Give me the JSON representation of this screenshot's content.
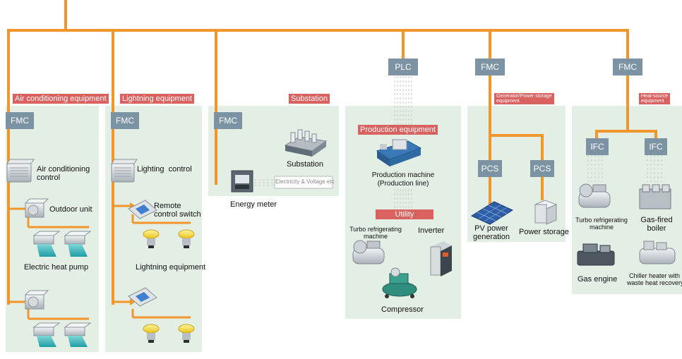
{
  "colors": {
    "bus": "#f0962a",
    "panel": "#e3eee4",
    "node": "#7b93a3",
    "category": "#d9615f",
    "signal": "#c9c9c9"
  },
  "panels": {
    "air": {
      "title": "Air conditioning equipment",
      "fmc": "FMC",
      "control": "Air conditioning\ncontrol",
      "outdoor": "Outdoor unit",
      "heatpump": "Electric heat pump"
    },
    "light": {
      "title": "Lightning equipment",
      "fmc": "FMC",
      "control": "Lighting  control",
      "remote": "Remote\ncontrol switch",
      "equipment": "Lightning equipment"
    },
    "substation": {
      "title": "Substation",
      "fmc": "FMC",
      "substation": "Substation",
      "meter": "Energy meter",
      "signal": "Electricity & Voltage etc"
    },
    "production": {
      "plc": "PLC",
      "title": "Production equipment",
      "machine": "Production machine\n(Production line)",
      "utility": "Utility",
      "turbo": "Turbo refrigerating\nmachine",
      "inverter": "Inverter",
      "compressor": "Compressor"
    },
    "generator": {
      "fmc": "FMC",
      "title": "Generator/Power storage\nequipment",
      "pcs1": "PCS",
      "pcs2": "PCS",
      "pv": "PV power\ngeneration",
      "storage": "Power storage"
    },
    "heat": {
      "fmc": "FMC",
      "title": "Heat-source\nequipment",
      "ifc1": "IFC",
      "ifc2": "IFC",
      "turbo": "Turbo refrigerating\nmachine",
      "boiler": "Gas-fired\nboiler",
      "engine": "Gas engine",
      "chiller": "Chiller heater with\nwaste heat recovery"
    }
  }
}
